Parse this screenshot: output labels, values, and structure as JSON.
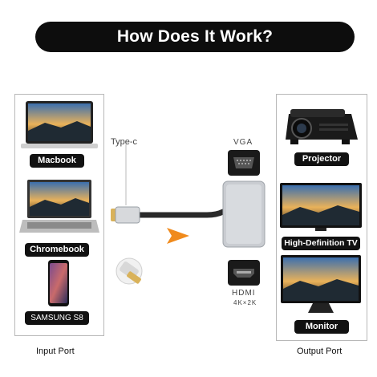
{
  "title": "How Does It Work?",
  "input": {
    "caption": "Input Port",
    "devices": [
      {
        "label": "Macbook"
      },
      {
        "label": "Chromebook"
      },
      {
        "label": "SAMSUNG S8"
      }
    ]
  },
  "output": {
    "caption": "Output Port",
    "devices": [
      {
        "label": "Projector"
      },
      {
        "label": "High-Definition TV"
      },
      {
        "label": "Monitor"
      }
    ]
  },
  "adapter": {
    "cable_label": "Type-c",
    "vga_label": "VGA",
    "hdmi_label": "HDMI",
    "hdmi_sub": "4K×2K"
  },
  "colors": {
    "banner": "#0d0d0d",
    "arrow": "#f08a1c",
    "adapter_body": "#c9ccd1"
  }
}
